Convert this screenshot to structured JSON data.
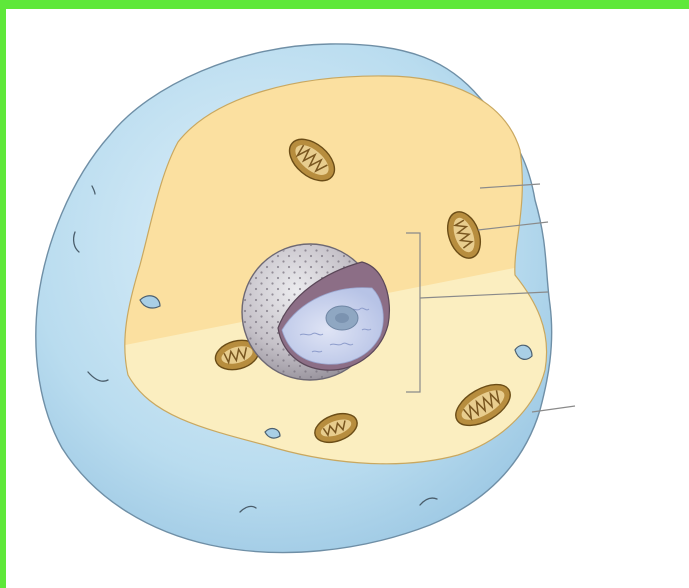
{
  "diagram": {
    "colors": {
      "frame_border": "#5ee83a",
      "cell_membrane": "#b9dcef",
      "cytoplasm_upper": "#fbe0a0",
      "cytoplasm_lower": "#fbeec0",
      "nuclear_envelope": "#b9b4bd",
      "nucleoplasm": "#cfd8ef",
      "nucleolus": "#8fa7c2",
      "mitochondria": "#b78d3e",
      "leader_lines": "#8a8a8a"
    },
    "labels": [],
    "structures": [
      "cell-membrane",
      "cytoplasm",
      "mitochondrion",
      "nucleus",
      "nuclear-envelope",
      "nucleolus",
      "chromatin"
    ]
  }
}
